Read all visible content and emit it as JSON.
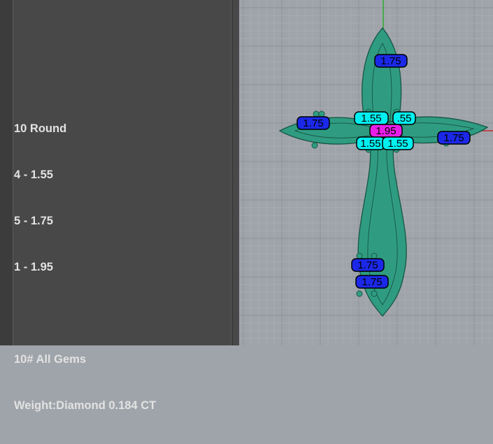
{
  "info_panel": {
    "lines": [
      "10 Round",
      "4 - 1.55",
      "5 - 1.75",
      "1 - 1.95",
      "",
      "10# All Gems",
      "Weight:Diamond 0.184 CT"
    ]
  },
  "viewport": {
    "labels": [
      {
        "text": "1.75",
        "kind": "blue"
      },
      {
        "text": "1.75",
        "kind": "blue"
      },
      {
        "text": "1.55",
        "kind": "cyan"
      },
      {
        "text": ".55",
        "kind": "cyan"
      },
      {
        "text": "1.95",
        "kind": "magenta"
      },
      {
        "text": "1.75",
        "kind": "blue"
      },
      {
        "text": "1.55",
        "kind": "cyan"
      },
      {
        "text": "1.55",
        "kind": "cyan"
      },
      {
        "text": "1.75",
        "kind": "blue"
      },
      {
        "text": "1.75",
        "kind": "blue"
      }
    ],
    "colors": {
      "background": "#9fa4aa",
      "grid": "#acb0b5",
      "grid_major": "#8e9297",
      "axis_red": "#c22c2c",
      "axis_green": "#2eaa2e",
      "metal": "#2f9c82",
      "metal_edge": "#1a5a48",
      "blue_tag": "#1b28e8",
      "cyan_tag": "#00f0f0",
      "magenta_tag": "#e81ee8"
    }
  }
}
